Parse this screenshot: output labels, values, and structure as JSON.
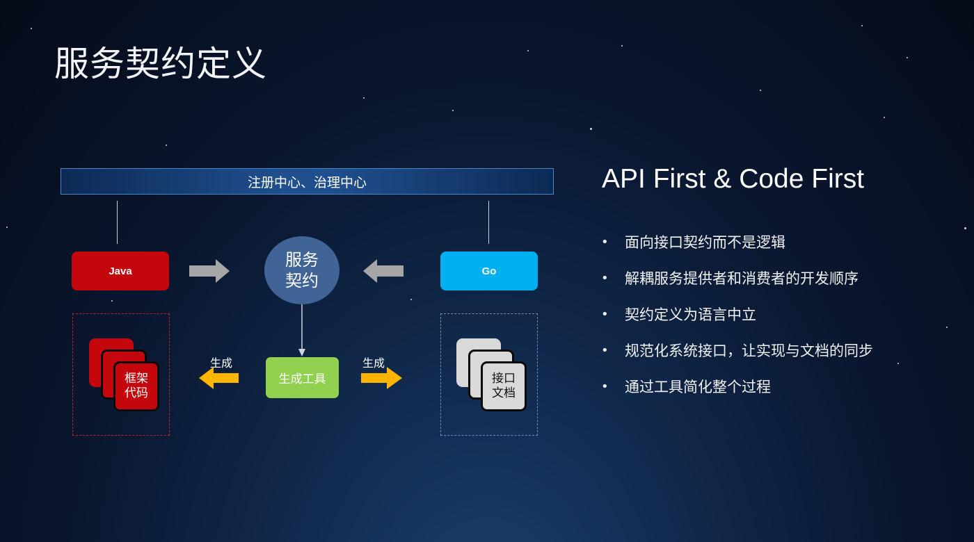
{
  "slide": {
    "title": "服务契约定义"
  },
  "diagram": {
    "registry_label": "注册中心、治理中心",
    "java_label": "Java",
    "go_label": "Go",
    "contract_lines": [
      "服务",
      "契约"
    ],
    "tool_label": "生成工具",
    "generate_left": "生成",
    "generate_right": "生成",
    "framework_code_lines": [
      "框架",
      "代码"
    ],
    "interface_doc_lines": [
      "接口",
      "文档"
    ],
    "colors": {
      "java": "#c4060d",
      "go": "#00b0f0",
      "contract": "#3f6495",
      "tool": "#92d050",
      "generate_arrow": "#ffb400",
      "grey_arrow": "#a6a6a6"
    }
  },
  "side": {
    "heading": "API First & Code First",
    "bullet_symbol": "•",
    "bullets": [
      "面向接口契约而不是逻辑",
      "解耦服务提供者和消费者的开发顺序",
      "契约定义为语言中立",
      "规范化系统接口，让实现与文档的同步",
      "通过工具简化整个过程"
    ]
  }
}
